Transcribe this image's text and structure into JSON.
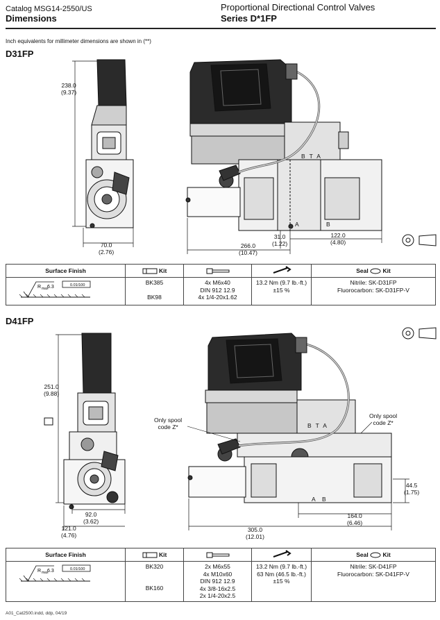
{
  "header": {
    "catalog": "Catalog MSG14-2550/US",
    "section": "Dimensions",
    "product": "Proportional Directional Control Valves",
    "series": "Series D*1FP"
  },
  "note": "Inch equivalents for millimeter dimensions are shown in (**)",
  "d31": {
    "title": "D31FP",
    "dims": {
      "height_mm": "238.0",
      "height_in": "(9.37)",
      "width_mm": "70.0",
      "width_in": "(2.76)",
      "length_mm": "266.0",
      "length_in": "(10.47)",
      "a_mm": "31.0",
      "a_in": "(1.22)",
      "b_mm": "122.0",
      "b_in": "(4.80)"
    },
    "ports": {
      "b": "B",
      "t": "T",
      "a": "A",
      "pa": "A",
      "pb": "B"
    },
    "table": {
      "h_surface": "Surface Finish",
      "h_kit": "Kit",
      "h_seal": "Seal",
      "h_seal_kit": "Kit",
      "rmax": "R",
      "rmax_sub": "max",
      "rmax_val": "6.3",
      "flat": "0.01/100",
      "kit1": "BK385",
      "kit2": "BK98",
      "bolt1": "4x M6x40",
      "bolt2": "DIN 912 12.9",
      "bolt3": "4x 1/4-20x1.62",
      "torque1": "13.2 Nm (9.7 lb.-ft.)",
      "torque2": "±15 %",
      "seal1": "Nitrile: SK-D31FP",
      "seal2": "Fluorocarbon: SK-D31FP-V"
    }
  },
  "d41": {
    "title": "D41FP",
    "dims": {
      "height_mm": "251.0",
      "height_in": "(9.88)",
      "w1_mm": "92.0",
      "w1_in": "(3.62)",
      "w2_mm": "121.0",
      "w2_in": "(4.76)",
      "length_mm": "305.0",
      "length_in": "(12.01)",
      "b_mm": "164.0",
      "b_in": "(6.46)",
      "h_mm": "44.5",
      "h_in": "(1.75)"
    },
    "spool_note_l1": "Only spool",
    "spool_note_l2": "code Z*",
    "spool_note_r1": "Only spool",
    "spool_note_r2": "code Z*",
    "ports": {
      "b": "B",
      "t": "T",
      "a": "A",
      "pa": "A",
      "pb": "B"
    },
    "table": {
      "h_surface": "Surface Finish",
      "h_kit": "Kit",
      "h_seal": "Seal",
      "h_seal_kit": "Kit",
      "rmax": "R",
      "rmax_sub": "max",
      "rmax_val": "6.3",
      "flat": "0.01/100",
      "kit1": "BK320",
      "kit2": "BK160",
      "bolt1": "2x M6x55",
      "bolt2": "4x M10x60",
      "bolt3": "DIN 912 12.9",
      "bolt4": "4x 3/8-16x2.5",
      "bolt5": "2x 1/4-20x2.5",
      "torque1": "13.2 Nm (9.7 lb.-ft.)",
      "torque2": "63 Nm (46.5 lb.-ft.)",
      "torque3": "±15 %",
      "seal1": "Nitrile: SK-D41FP",
      "seal2": "Fluorocarbon: SK-D41FP-V"
    }
  },
  "footer": "A01_Cat2500.indd, ddp, 04/19"
}
